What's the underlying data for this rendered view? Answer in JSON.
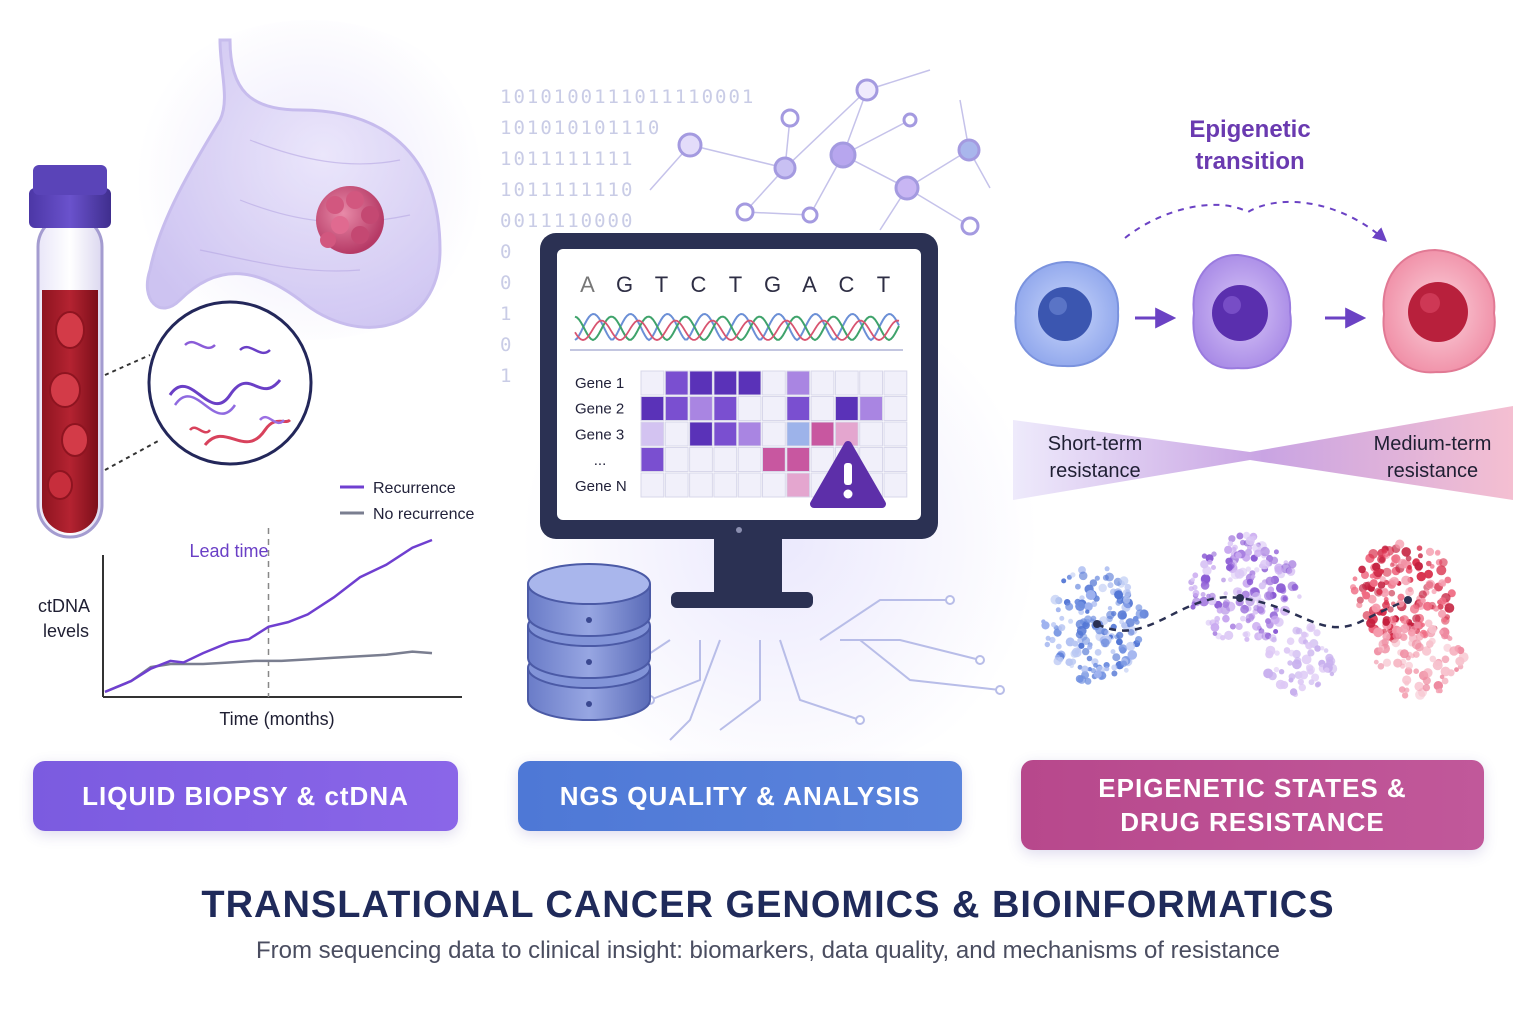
{
  "sections": {
    "liquid": {
      "label": "LIQUID BIOPSY & ctDNA"
    },
    "ngs": {
      "label": "NGS QUALITY & ANALYSIS"
    },
    "epigenetic": {
      "label_line1": "EPIGENETIC STATES &",
      "label_line2": "DRUG RESISTANCE"
    }
  },
  "title": "TRANSLATIONAL CANCER GENOMICS & BIOINFORMATICS",
  "subtitle": "From sequencing data to clinical insight: biomarkers, data quality, and mechanisms of resistance",
  "ctdna_chart": {
    "lead_time_label": "Lead time",
    "y_label_line1": "ctDNA",
    "y_label_line2": "levels",
    "x_label": "Time (months)",
    "legend": {
      "recurrence": "Recurrence",
      "no_recurrence": "No recurrence"
    }
  },
  "chart_data": {
    "type": "line",
    "title": "",
    "xlabel": "Time (months)",
    "ylabel": "ctDNA levels",
    "legend_placement": "top-right",
    "grid": false,
    "axis_ticks_shown": false,
    "lead_time_x": 0.5,
    "series": [
      {
        "name": "Recurrence",
        "color": "#6f3fd0",
        "x": [
          0,
          0.08,
          0.14,
          0.2,
          0.24,
          0.3,
          0.38,
          0.44,
          0.5,
          0.56,
          0.62,
          0.7,
          0.78,
          0.86,
          0.94,
          1.0
        ],
        "y": [
          0.02,
          0.09,
          0.17,
          0.22,
          0.21,
          0.27,
          0.34,
          0.36,
          0.44,
          0.47,
          0.52,
          0.63,
          0.76,
          0.84,
          0.95,
          1.0
        ]
      },
      {
        "name": "No recurrence",
        "color": "#7a7e90",
        "x": [
          0,
          0.08,
          0.14,
          0.2,
          0.3,
          0.38,
          0.46,
          0.54,
          0.62,
          0.7,
          0.78,
          0.86,
          0.94,
          1.0
        ],
        "y": [
          0.02,
          0.09,
          0.18,
          0.2,
          0.2,
          0.21,
          0.22,
          0.22,
          0.23,
          0.24,
          0.25,
          0.26,
          0.28,
          0.27
        ]
      }
    ]
  },
  "ngs": {
    "sequence": [
      "A",
      "G",
      "T",
      "C",
      "T",
      "G",
      "A",
      "C",
      "T"
    ],
    "genes": [
      "Gene 1",
      "Gene 2",
      "Gene 3",
      "...",
      "Gene N"
    ],
    "binary_rows": [
      "1010100111011110001",
      "101010101110",
      "1011111111",
      "1011111110",
      "0011110000",
      "0",
      "0",
      "1",
      "0",
      "1"
    ],
    "heatmap": [
      [
        0,
        3,
        4,
        4,
        4,
        0,
        2,
        0,
        0,
        0,
        0
      ],
      [
        4,
        3,
        2,
        3,
        0,
        0,
        3,
        0,
        4,
        2,
        0
      ],
      [
        1,
        0,
        4,
        3,
        2,
        0,
        5,
        6,
        7,
        0,
        0
      ],
      [
        3,
        0,
        0,
        0,
        0,
        6,
        6,
        0,
        0,
        0,
        0
      ],
      [
        0,
        0,
        0,
        0,
        0,
        0,
        7,
        0,
        0,
        0,
        0
      ]
    ]
  },
  "epigenetic": {
    "transition_label_line1": "Epigenetic",
    "transition_label_line2": "transition",
    "short_term_line1": "Short-term",
    "short_term_line2": "resistance",
    "medium_term_line1": "Medium-term",
    "medium_term_line2": "resistance"
  },
  "colors": {
    "purple": "#7b5be0",
    "blue": "#4e78d6",
    "magenta": "#b7488c",
    "navy": "#2b3153",
    "title": "#1f2a5a"
  }
}
